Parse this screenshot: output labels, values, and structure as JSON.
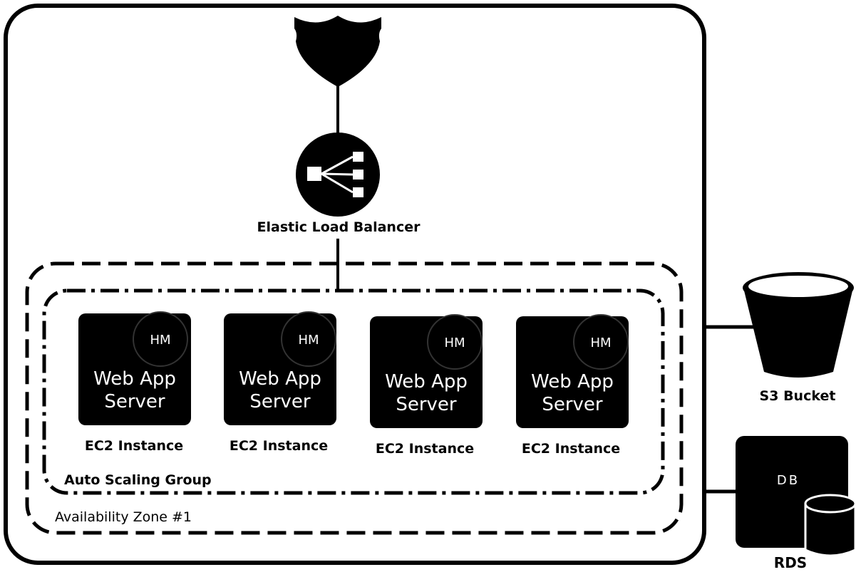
{
  "load_balancer": {
    "label": "Elastic Load Balancer"
  },
  "auto_scaling_group": {
    "label": "Auto Scaling Group"
  },
  "availability_zone": {
    "label": "Availability Zone #1"
  },
  "instances": [
    {
      "badge": "HM",
      "line1": "Web App",
      "line2": "Server",
      "caption": "EC2 Instance"
    },
    {
      "badge": "HM",
      "line1": "Web App",
      "line2": "Server",
      "caption": "EC2 Instance"
    },
    {
      "badge": "HM",
      "line1": "Web App",
      "line2": "Server",
      "caption": "EC2 Instance"
    },
    {
      "badge": "HM",
      "line1": "Web App",
      "line2": "Server",
      "caption": "EC2 Instance"
    }
  ],
  "s3": {
    "label": "S3 Bucket"
  },
  "rds": {
    "badge": "DB",
    "label": "RDS"
  }
}
